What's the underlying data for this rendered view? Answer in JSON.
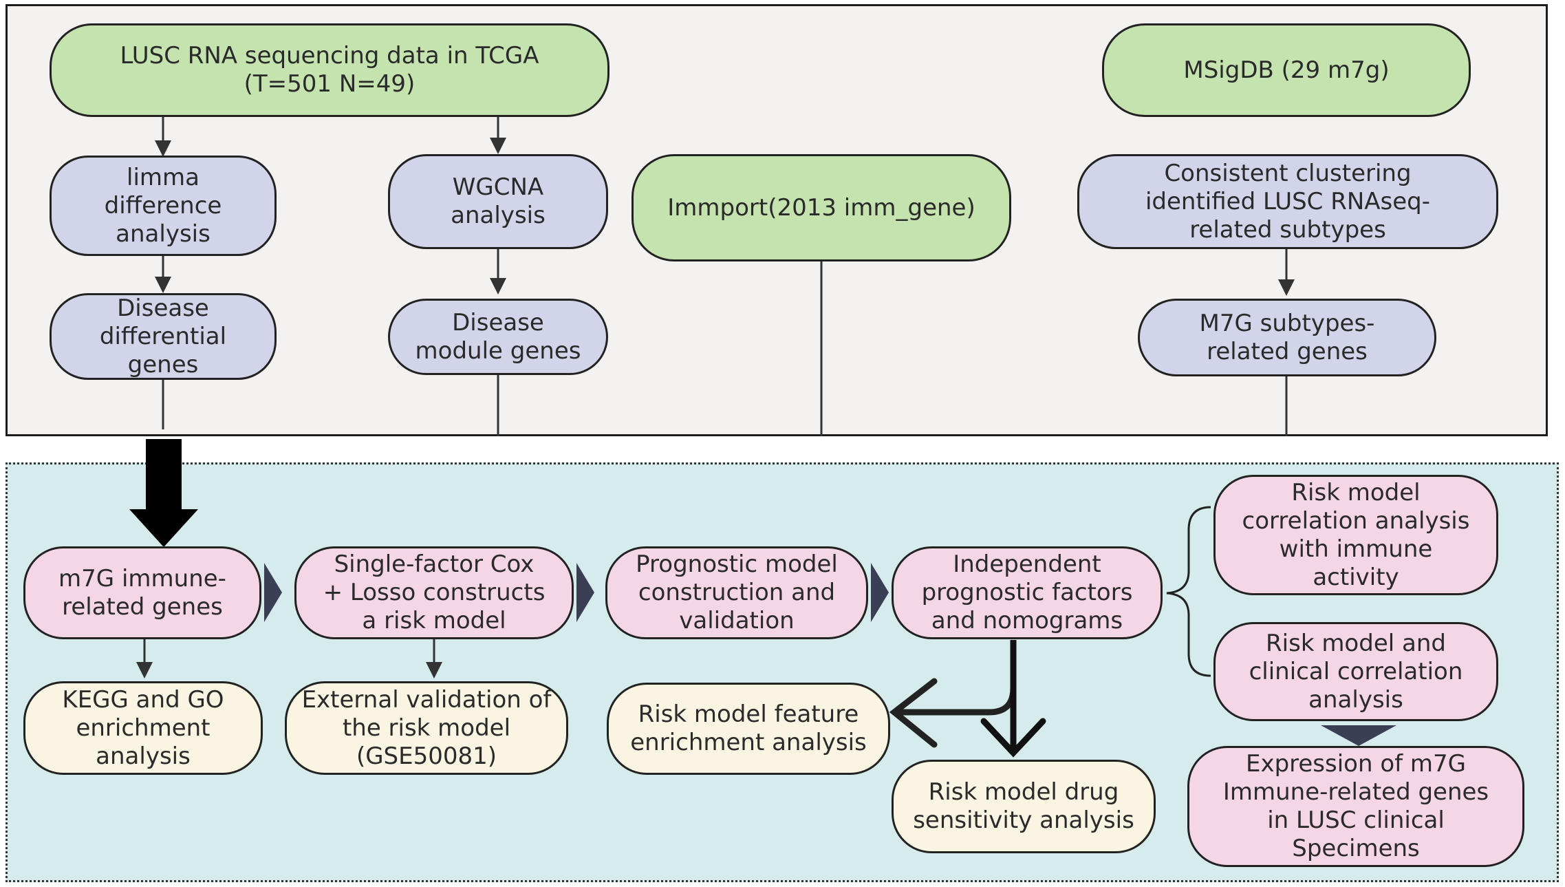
{
  "diagram": {
    "top_panel": {
      "lusc_data": "LUSC  RNA sequencing data in TCGA\n(T=501 N=49)",
      "msigdb": "MSigDB (29 m7g)",
      "limma": "limma\ndifference\nanalysis",
      "wgcna": "WGCNA\nanalysis",
      "immport": "Immport(2013 imm_gene)",
      "consistent_clustering": "Consistent clustering\nidentified LUSC RNAseq-\nrelated subtypes",
      "disease_diff_genes": "Disease\ndifferential\ngenes",
      "disease_module_genes": "Disease\nmodule genes",
      "m7g_subtype_genes": "M7G subtypes-\nrelated genes"
    },
    "bottom_panel": {
      "m7g_immune_genes": "m7G immune-\nrelated genes",
      "cox_losso": "Single-factor Cox\n+ Losso constructs\na risk model",
      "prognostic_model": "Prognostic model\nconstruction and\nvalidation",
      "independent_factors": "Independent\nprognostic factors\nand nomograms",
      "immune_activity": "Risk model\ncorrelation analysis\nwith immune\nactivity",
      "clinical_correlation": "Risk model and\nclinical correlation\nanalysis",
      "kegg_go": "KEGG and GO\nenrichment\nanalysis",
      "external_validation": "External validation of\nthe risk model\n(GSE50081)",
      "feature_enrichment": "Risk model feature\nenrichment analysis",
      "drug_sensitivity": "Risk model drug\nsensitivity analysis",
      "expression_specimens": "Expression of m7G\nImmune-related genes\nin LUSC clinical\nSpecimens"
    }
  },
  "colors": {
    "source_green": "#c4e3ae",
    "analysis_violet": "#d2d4ea",
    "result_pink": "#f4d6e6",
    "validation_cream": "#faf5e3",
    "top_panel_bg": "#f3f2f1",
    "bottom_panel_bg": "#d6ecec",
    "flow_arrow": "#3b3f55"
  }
}
